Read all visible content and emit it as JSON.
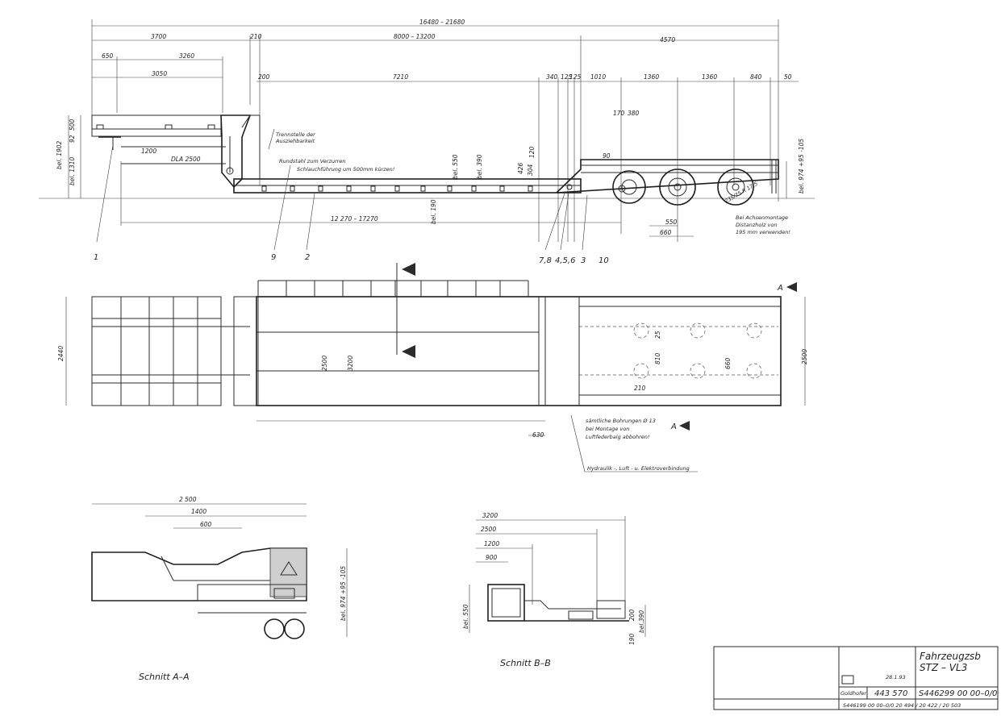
{
  "dims_top": {
    "overall": "16480 – 21680",
    "d3700": "3700",
    "d210": "210",
    "d8000": "8000 – 13200",
    "d4570": "4570",
    "d650": "650",
    "d3260": "3260",
    "d3050": "3050",
    "d200": "200",
    "d7210": "7210",
    "d340": "340",
    "d125a": "125",
    "d125b": "125",
    "d1010": "1010",
    "d1360a": "1360",
    "d1360b": "1360",
    "d840": "840",
    "d50": "50",
    "d170": "170",
    "d380": "380",
    "d90": "90",
    "d1200": "1200",
    "dla": "DLA 2500",
    "d12270": "12 270 – 17270",
    "d550": "550",
    "d660": "660",
    "bel1902": "bel. 1902",
    "bel1310": "bel. 1310",
    "d500": "500",
    "d92": "92",
    "bel550": "bel. 550",
    "bel390": "bel. 390",
    "d120": "120",
    "d426": "426",
    "d304": "304",
    "bel190": "bel. 190",
    "bel974": "bel. 974 +95\n-105"
  },
  "notes_top": {
    "trennstelle_1": "Trennstelle der",
    "trennstelle_2": "Ausziehbarkeit",
    "rundstahl": "Rundstahl zum Verzurren",
    "schlauch": "Schlauchführung um 500mm kürzen!",
    "achs_1": "Bei Achsenmontage",
    "achs_2": "Distanzholz von",
    "achs_3": "195 mm verwenden!",
    "tire": "235/75 R 17,5"
  },
  "callouts": {
    "c1": "1",
    "c9": "9",
    "c2": "2",
    "c78": "7,8",
    "c456": "4,5,6",
    "c3": "3",
    "c10": "10"
  },
  "dims_plan": {
    "d2440": "2440",
    "d2500": "2500",
    "d3200": "3200",
    "d2500r": "2500",
    "d630": "630",
    "d25": "25",
    "d810": "810",
    "d660": "660",
    "d210": "210",
    "secA": "A",
    "secA2": "A"
  },
  "notes_plan": {
    "bohr_1": "sämtliche Bohrungen Ø 13",
    "bohr_2": "bei Montage von",
    "bohr_3": "Luftfederbalg abbohren!",
    "hydraulik": "Hydraulik -, Luft - u. Elektroverbindung"
  },
  "section_a": {
    "title": "Schnitt A–A",
    "d2500": "2 500",
    "d1400": "1400",
    "d600": "600",
    "bel974": "bel. 974 +95\n-105"
  },
  "section_b": {
    "title": "Schnitt B–B",
    "d3200": "3200",
    "d2500": "2500",
    "d1200": "1200",
    "d900": "900",
    "bel550": "bel. 550",
    "d190": "190",
    "d200": "200",
    "bel390": "bel.390"
  },
  "title_block": {
    "name_1": "Fahrzeugzsb",
    "name_2": "STZ – VL3",
    "logo": "Goldhofer",
    "num1": "443 570",
    "num2": "S446299 00 00–0/0",
    "date": "28.1.93",
    "ref_line": "S446199 00 00–0/0   20 494 / 20 422 / 20 503"
  }
}
